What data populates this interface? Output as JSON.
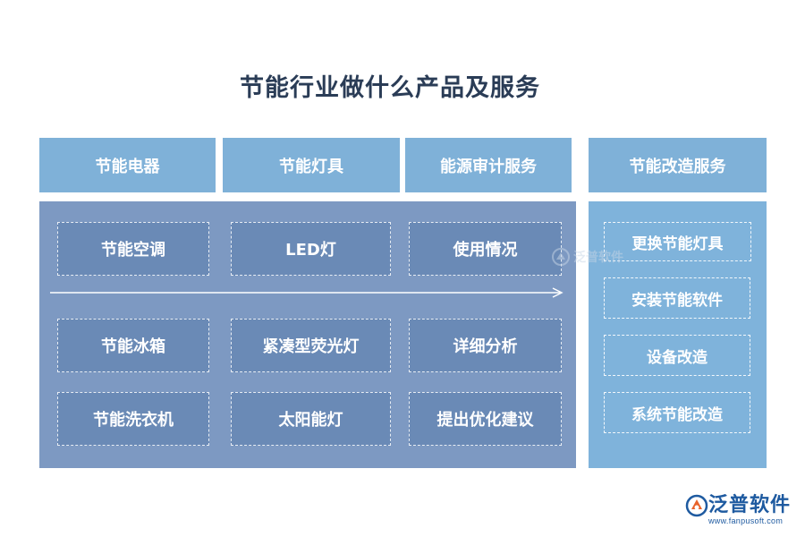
{
  "title": "节能行业做什么产品及服务",
  "headers": [
    "节能电器",
    "节能灯具",
    "能源审计服务",
    "节能改造服务"
  ],
  "grid": {
    "row1": [
      "节能空调",
      "LED灯",
      "使用情况"
    ],
    "row2": [
      "节能冰箱",
      "紧凑型荧光灯",
      "详细分析"
    ],
    "row3": [
      "节能洗衣机",
      "太阳能灯",
      "提出优化建议"
    ]
  },
  "services": [
    "更换节能灯具",
    "安装节能软件",
    "设备改造",
    "系统节能改造"
  ],
  "watermark": "泛普软件",
  "logo": {
    "name": "泛普软件",
    "url": "www.fanpusoft.com"
  },
  "colors": {
    "title": "#2a3c56",
    "header_bg": "#7fb1d8",
    "left_panel_bg": "#7d99c2",
    "left_cell_bg": "#6a8ab6",
    "right_panel_bg": "#7fb3db",
    "logo": "#1e5aa0",
    "logo_accent": "#e8632b"
  }
}
